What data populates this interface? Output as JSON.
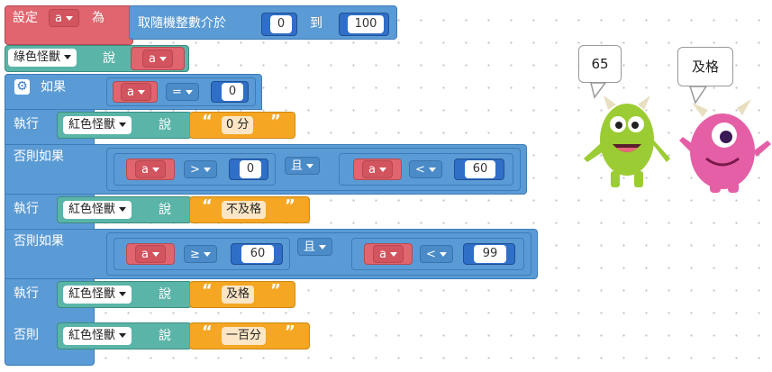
{
  "set_block": {
    "label": "設定",
    "var": "a",
    "suffix": "為"
  },
  "random_block": {
    "label": "取隨機整數介於",
    "min": "0",
    "to": "到",
    "max": "100"
  },
  "say_block_1": {
    "sprite": "綠色怪獸",
    "say": "說",
    "value": "a"
  },
  "if_block": {
    "if_label": "如果",
    "then_label": "執行",
    "elseif_label": "否則如果",
    "else_label": "否則"
  },
  "cond1": {
    "var": "a",
    "op": "=",
    "value": "0"
  },
  "then1": {
    "sprite": "紅色怪獸",
    "say": "說",
    "text": "0 分"
  },
  "cond2": {
    "left": {
      "var": "a",
      "op": ">",
      "value": "0"
    },
    "and": "且",
    "right": {
      "var": "a",
      "op": "<",
      "value": "60"
    }
  },
  "then2": {
    "sprite": "紅色怪獸",
    "say": "說",
    "text": "不及格"
  },
  "cond3": {
    "left": {
      "var": "a",
      "op": "≥",
      "value": "60"
    },
    "and": "且",
    "right": {
      "var": "a",
      "op": "<",
      "value": "99"
    }
  },
  "then3": {
    "sprite": "紅色怪獸",
    "say": "說",
    "text": "及格"
  },
  "else_then": {
    "sprite": "紅色怪獸",
    "say": "說",
    "text": "一百分"
  },
  "stage": {
    "green_bubble": "65",
    "pink_bubble": "及格"
  }
}
